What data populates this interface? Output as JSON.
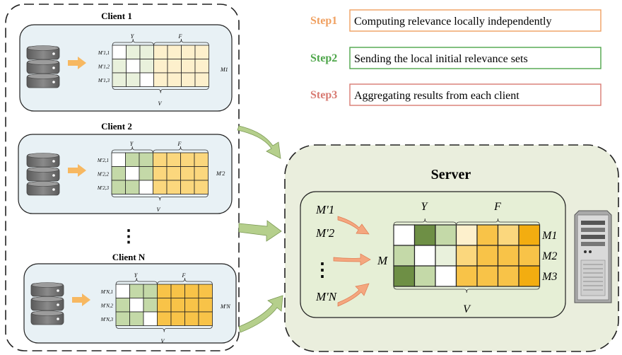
{
  "colors": {
    "client_bg": "#e8f1f5",
    "server_bg": "#eaeedd",
    "server_inner_bg": "#e6efd6",
    "dark_green": "#6e8f45",
    "mid_green": "#c4d9a8",
    "light_green": "#e9f1dc",
    "pale_yellow": "#fdf0cc",
    "mid_yellow": "#fbd77d",
    "orange_yellow": "#f8c348",
    "deep_orange": "#f3ad10",
    "step1": "#f0a060",
    "step2": "#4ea64a",
    "step3": "#d87a72",
    "arrow_green": "#b5cf8c",
    "arrow_orange": "#f7b861"
  },
  "clients": [
    {
      "title": "Client 1",
      "row_labels": [
        "M'1,1",
        "M'1,2",
        "M'1,3"
      ],
      "right_label": "M1",
      "y_label": "Y",
      "f_label": "F",
      "v_label": "V",
      "cells": [
        [
          "W",
          "light_green",
          "light_green",
          "pale_yellow",
          "pale_yellow",
          "pale_yellow",
          "pale_yellow"
        ],
        [
          "light_green",
          "W",
          "light_green",
          "pale_yellow",
          "pale_yellow",
          "pale_yellow",
          "pale_yellow"
        ],
        [
          "light_green",
          "light_green",
          "W",
          "pale_yellow",
          "pale_yellow",
          "pale_yellow",
          "pale_yellow"
        ]
      ]
    },
    {
      "title": "Client 2",
      "row_labels": [
        "M'2,1",
        "M'2,2",
        "M'2,3"
      ],
      "right_label": "M'2",
      "y_label": "Y",
      "f_label": "F",
      "v_label": "V",
      "cells": [
        [
          "W",
          "mid_green",
          "mid_green",
          "mid_yellow",
          "mid_yellow",
          "mid_yellow",
          "mid_yellow"
        ],
        [
          "mid_green",
          "W",
          "mid_green",
          "mid_yellow",
          "mid_yellow",
          "mid_yellow",
          "mid_yellow"
        ],
        [
          "mid_green",
          "mid_green",
          "W",
          "mid_yellow",
          "mid_yellow",
          "mid_yellow",
          "mid_yellow"
        ]
      ]
    },
    {
      "title": "Client N",
      "row_labels": [
        "M'N,1",
        "M'N,2",
        "M'N,3"
      ],
      "right_label": "M'N",
      "y_label": "Y",
      "f_label": "F",
      "v_label": "V",
      "cells": [
        [
          "W",
          "mid_green",
          "mid_green",
          "orange_yellow",
          "orange_yellow",
          "orange_yellow",
          "orange_yellow"
        ],
        [
          "mid_green",
          "W",
          "mid_green",
          "orange_yellow",
          "orange_yellow",
          "orange_yellow",
          "orange_yellow"
        ],
        [
          "mid_green",
          "mid_green",
          "W",
          "orange_yellow",
          "orange_yellow",
          "orange_yellow",
          "orange_yellow"
        ]
      ]
    }
  ],
  "ellipsis": "⋮",
  "steps": [
    {
      "label": "Step1",
      "text": "Computing relevance locally independently",
      "color_key": "step1"
    },
    {
      "label": "Step2",
      "text": "Sending the local initial relevance sets",
      "color_key": "step2"
    },
    {
      "label": "Step3",
      "text": "Aggregating results from each client",
      "color_key": "step3"
    }
  ],
  "server": {
    "title": "Server",
    "inputs": [
      "M'1",
      "M'2",
      "M'N"
    ],
    "input_dots": "⋮",
    "m_label": "M",
    "y_label": "Y",
    "f_label": "F",
    "v_label": "V",
    "row_labels": [
      "M1",
      "M2",
      "M3"
    ],
    "cells": [
      [
        "W",
        "dark_green",
        "mid_green",
        "pale_yellow",
        "orange_yellow",
        "mid_yellow",
        "deep_orange"
      ],
      [
        "mid_green",
        "W",
        "light_green",
        "mid_yellow",
        "orange_yellow",
        "orange_yellow",
        "orange_yellow"
      ],
      [
        "dark_green",
        "mid_green",
        "W",
        "orange_yellow",
        "orange_yellow",
        "orange_yellow",
        "deep_orange"
      ]
    ]
  }
}
